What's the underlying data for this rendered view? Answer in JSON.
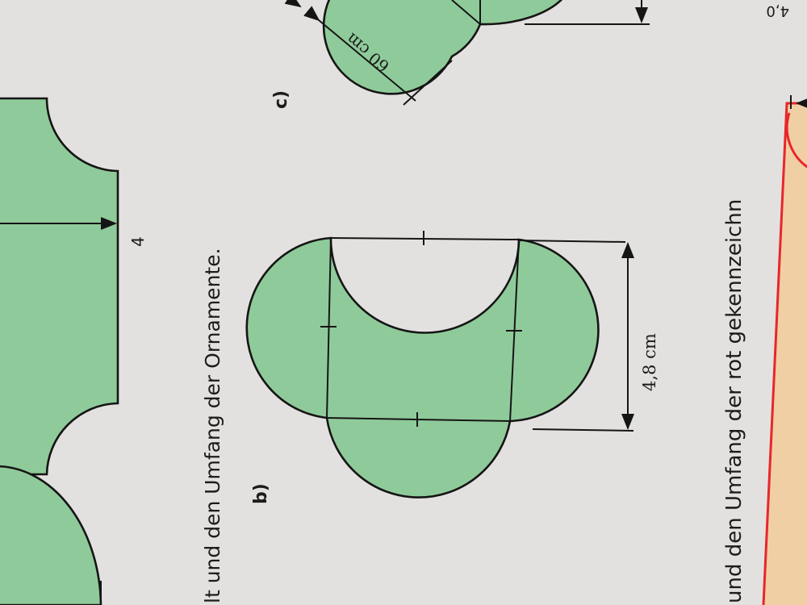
{
  "page": {
    "instruction_top": "lt und den Umfang der Ornamente.",
    "instruction_bottom": "und den Umfang der rot gekennzeichn",
    "corner_value": "4,0"
  },
  "figure_a": {
    "dimension_label": "4"
  },
  "figure_b": {
    "label": "b)",
    "dimension_label": "4,8 cm"
  },
  "figure_c": {
    "label": "c)",
    "dimension_label": "60 cm"
  },
  "colors": {
    "shape_fill": "#8fcb9a",
    "red_outline": "#e8262a",
    "tan_fill": "#f0cfa4",
    "paper": "#e3e1df"
  }
}
